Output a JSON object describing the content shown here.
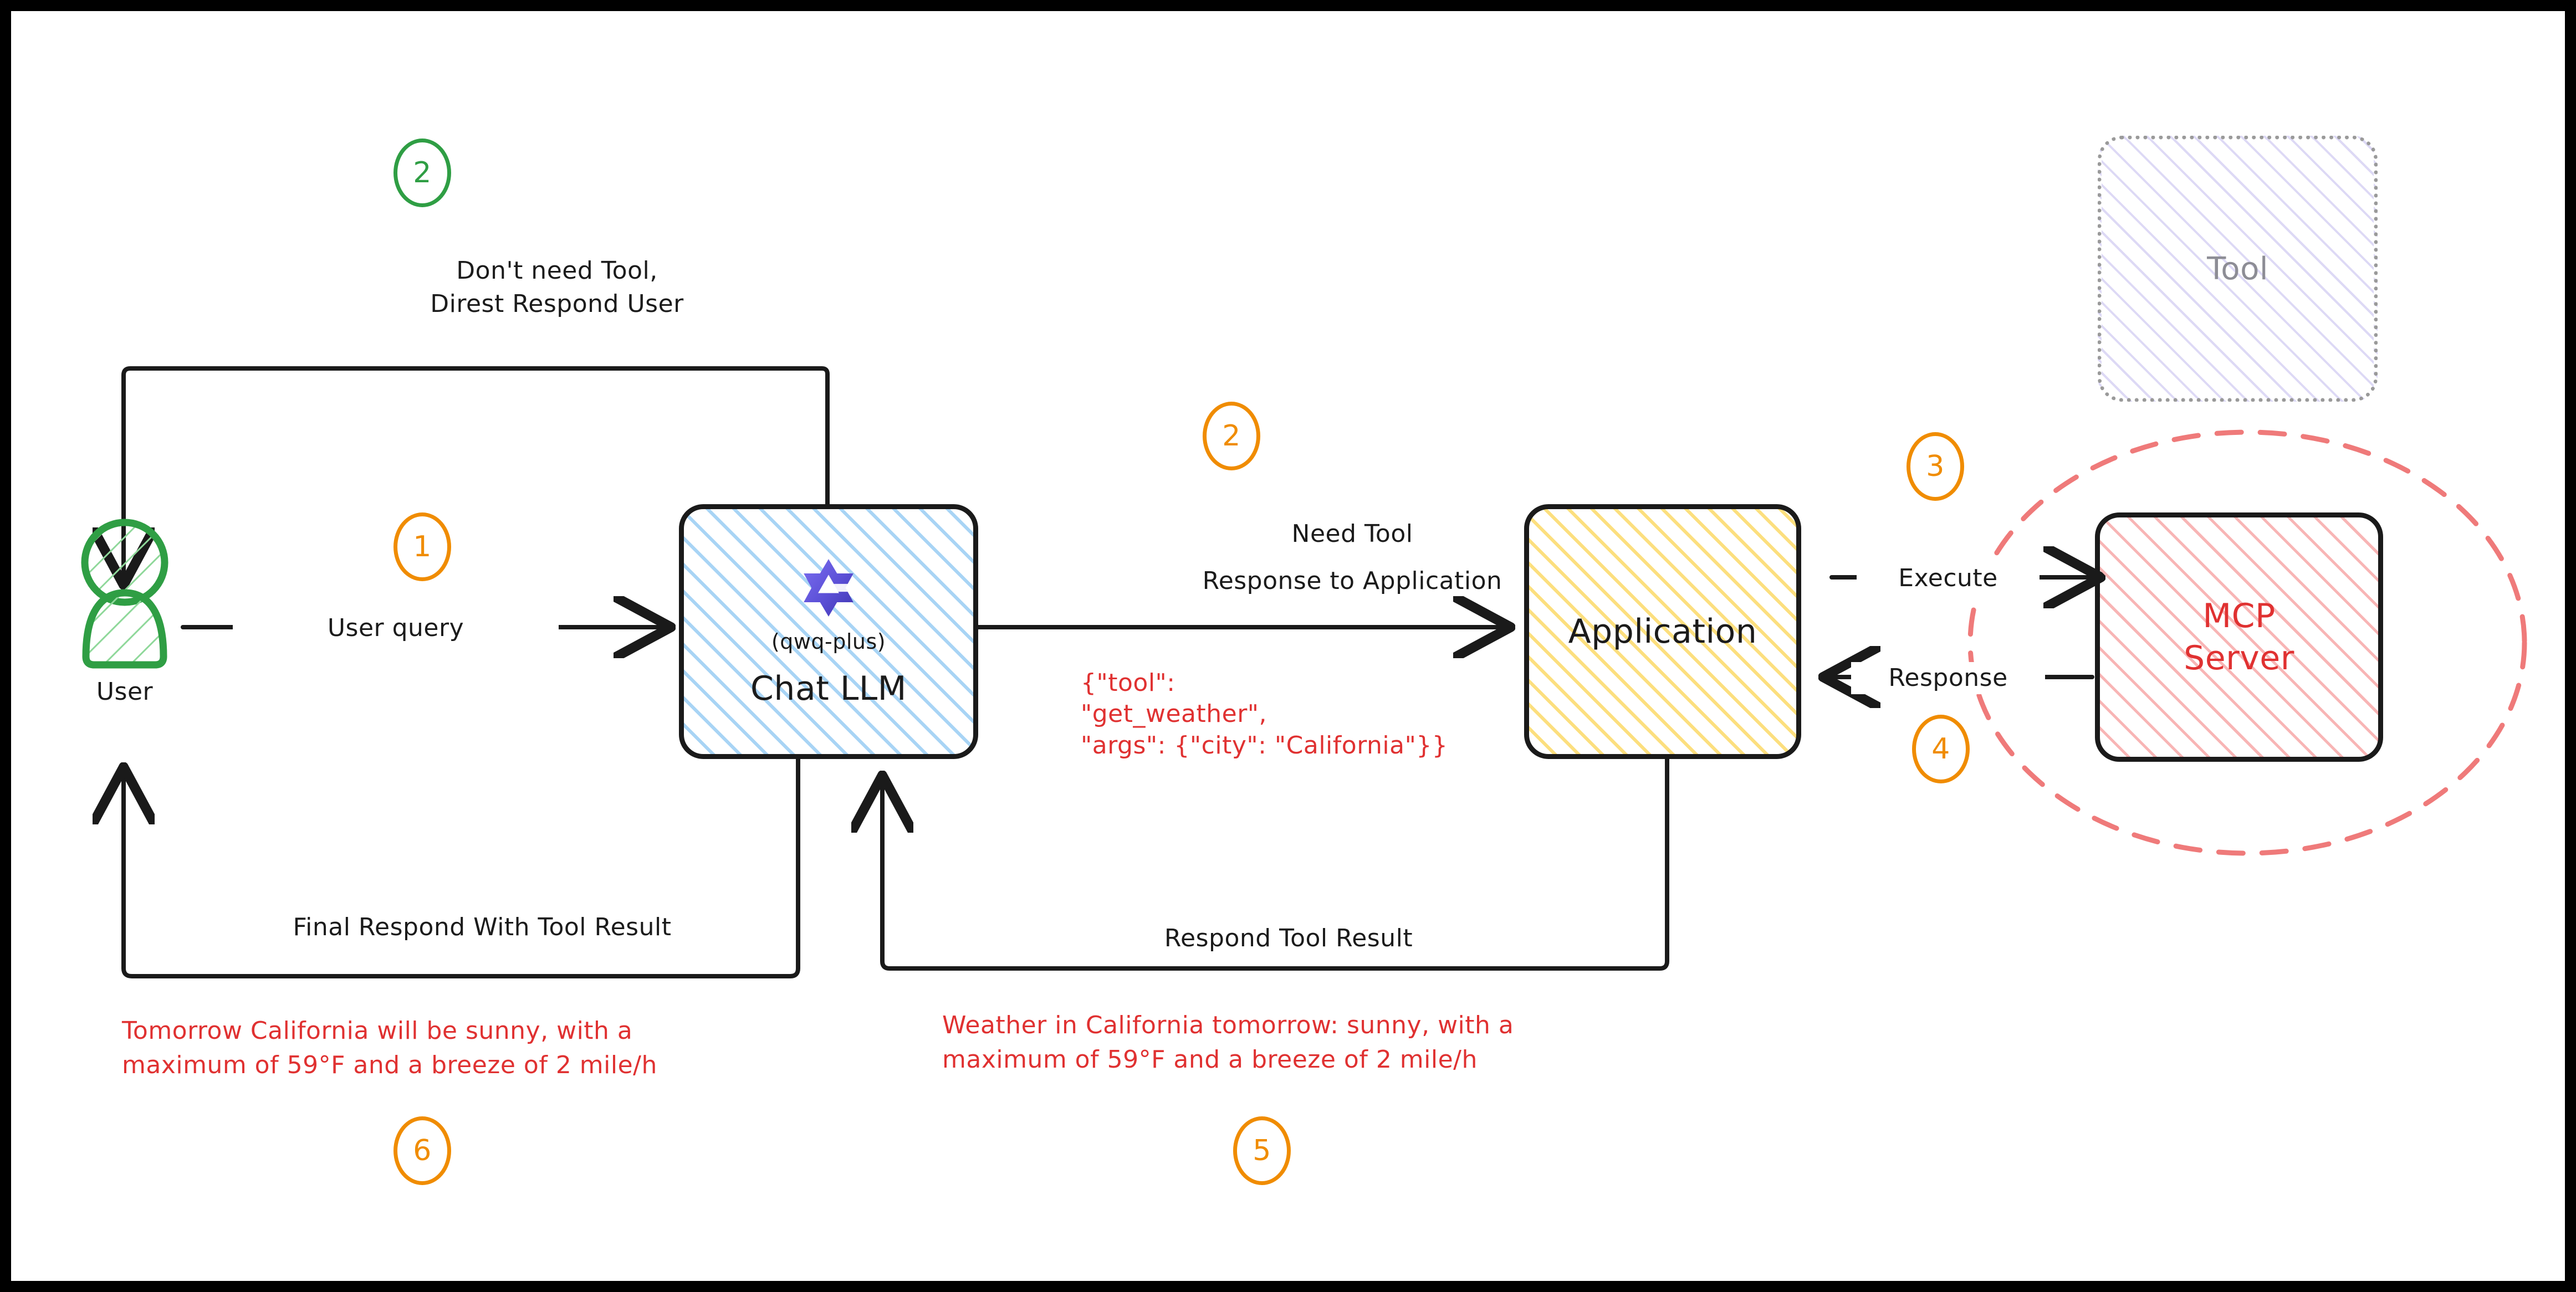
{
  "diagram": {
    "title": "MCP tool-calling flow",
    "colors": {
      "step_orange": "#f08c00",
      "step_green": "#2f9e44",
      "red_text": "#e03131",
      "user_green": "#2f9e44",
      "llm_blue": "#a8d4f5",
      "app_yellow": "#fcdf7e",
      "mcp_red": "#f8b5b5",
      "tool_gray": "#9a9a9a",
      "stroke_black": "#1a1a1a"
    }
  },
  "nodes": {
    "user": {
      "label": "User",
      "icon": "user-person-icon"
    },
    "chat_llm": {
      "title": "Chat LLM",
      "subtitle": "(qwq-plus)",
      "icon": "qwen-logo-icon"
    },
    "application": {
      "title": "Application"
    },
    "mcp_server": {
      "title_line1": "MCP",
      "title_line2": "Server"
    },
    "tool": {
      "title": "Tool"
    }
  },
  "steps": [
    {
      "id": "step-1",
      "number": "1",
      "color": "orange"
    },
    {
      "id": "step-2-green",
      "number": "2",
      "color": "green"
    },
    {
      "id": "step-2-orange",
      "number": "2",
      "color": "orange"
    },
    {
      "id": "step-3",
      "number": "3",
      "color": "orange"
    },
    {
      "id": "step-4",
      "number": "4",
      "color": "orange"
    },
    {
      "id": "step-5",
      "number": "5",
      "color": "orange"
    },
    {
      "id": "step-6",
      "number": "6",
      "color": "orange"
    }
  ],
  "edges": {
    "user_query": "User query",
    "no_tool_line1": "Don't need Tool,",
    "no_tool_line2": "Direst Respond User",
    "need_tool_line1": "Need Tool",
    "need_tool_line2": "Response to Application",
    "execute": "Execute",
    "response": "Response",
    "final_respond": "Final Respond With Tool Result",
    "respond_tool_result": "Respond Tool Result"
  },
  "payloads": {
    "tool_call_line1": "{\"tool\":",
    "tool_call_line2": "\"get_weather\",",
    "tool_call_line3": "\"args\": {\"city\": \"California\"}}",
    "final_answer_line1": "Tomorrow California will be sunny, with a",
    "final_answer_line2": "maximum of 59°F and a breeze of 2 mile/h",
    "tool_result_line1": "Weather in California tomorrow: sunny, with a",
    "tool_result_line2": "maximum of 59°F and a breeze of 2 mile/h"
  }
}
